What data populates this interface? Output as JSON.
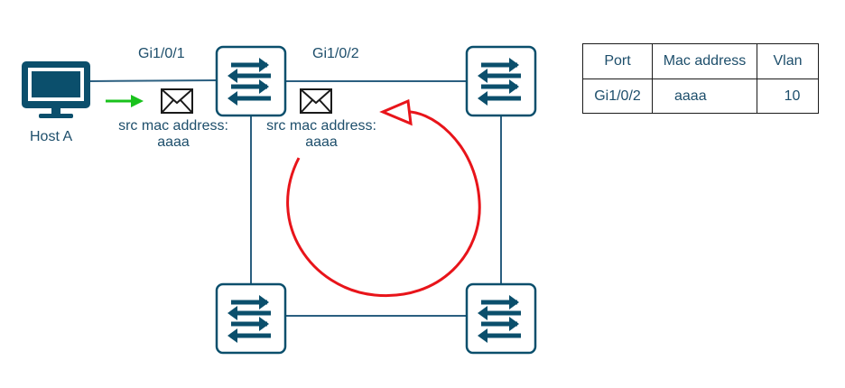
{
  "host": {
    "label": "Host A"
  },
  "ports": {
    "left": "Gi1/0/1",
    "right": "Gi1/0/2"
  },
  "frames": [
    {
      "line1": "src mac address:",
      "line2": "aaaa"
    },
    {
      "line1": "src mac address:",
      "line2": "aaaa"
    }
  ],
  "mac_table": {
    "headers": [
      "Port",
      "Mac address",
      "Vlan"
    ],
    "rows": [
      [
        "Gi1/0/2",
        "aaaa",
        "10"
      ]
    ]
  },
  "colors": {
    "switch": "#0b4f6c",
    "link": "#2b5f80",
    "loop_arrow": "#e8141a",
    "ingress_arrow": "#19c21c",
    "text": "#1d4e6b"
  },
  "icons": [
    "monitor-icon",
    "switch-icon",
    "envelope-icon",
    "loop-arrow",
    "ingress-arrow"
  ]
}
